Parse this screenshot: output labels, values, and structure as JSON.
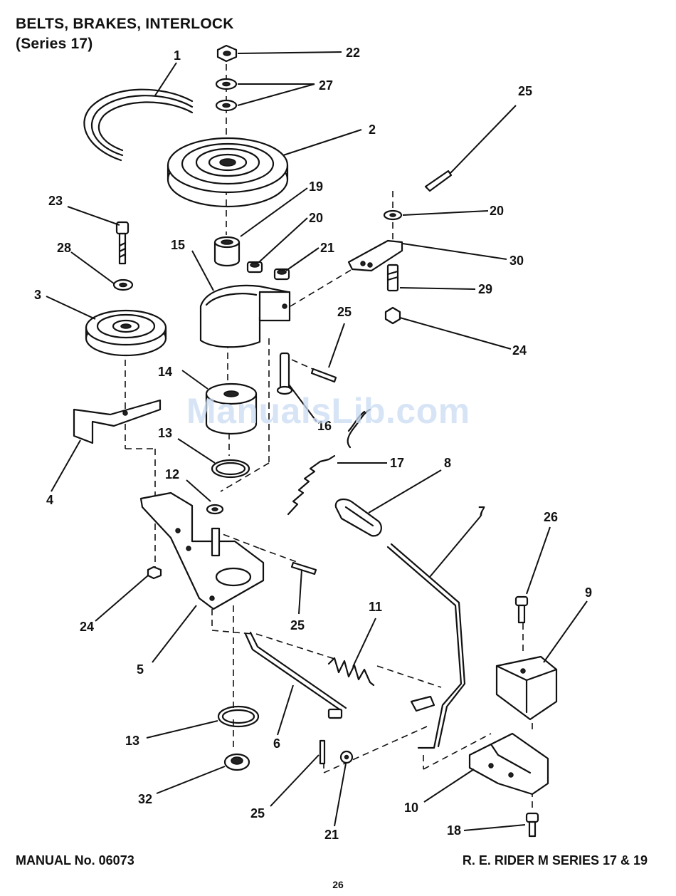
{
  "header": {
    "title_line1": "BELTS, BRAKES, INTERLOCK",
    "title_line2": "(Series 17)"
  },
  "footer": {
    "manual_number": "MANUAL No. 06073",
    "model": "R. E. RIDER M SERIES 17 & 19",
    "page_number": "26"
  },
  "watermark": "ManualsLib.com",
  "callouts": [
    "1",
    "2",
    "3",
    "4",
    "5",
    "6",
    "7",
    "8",
    "9",
    "10",
    "11",
    "12",
    "13",
    "13",
    "14",
    "15",
    "16",
    "17",
    "18",
    "19",
    "20",
    "20",
    "21",
    "21",
    "22",
    "23",
    "24",
    "24",
    "25",
    "25",
    "25",
    "25",
    "26",
    "27",
    "28",
    "29",
    "30",
    "32"
  ],
  "colors": {
    "line": "#111111",
    "watermark": "#c9dcf3",
    "background": "#ffffff"
  }
}
